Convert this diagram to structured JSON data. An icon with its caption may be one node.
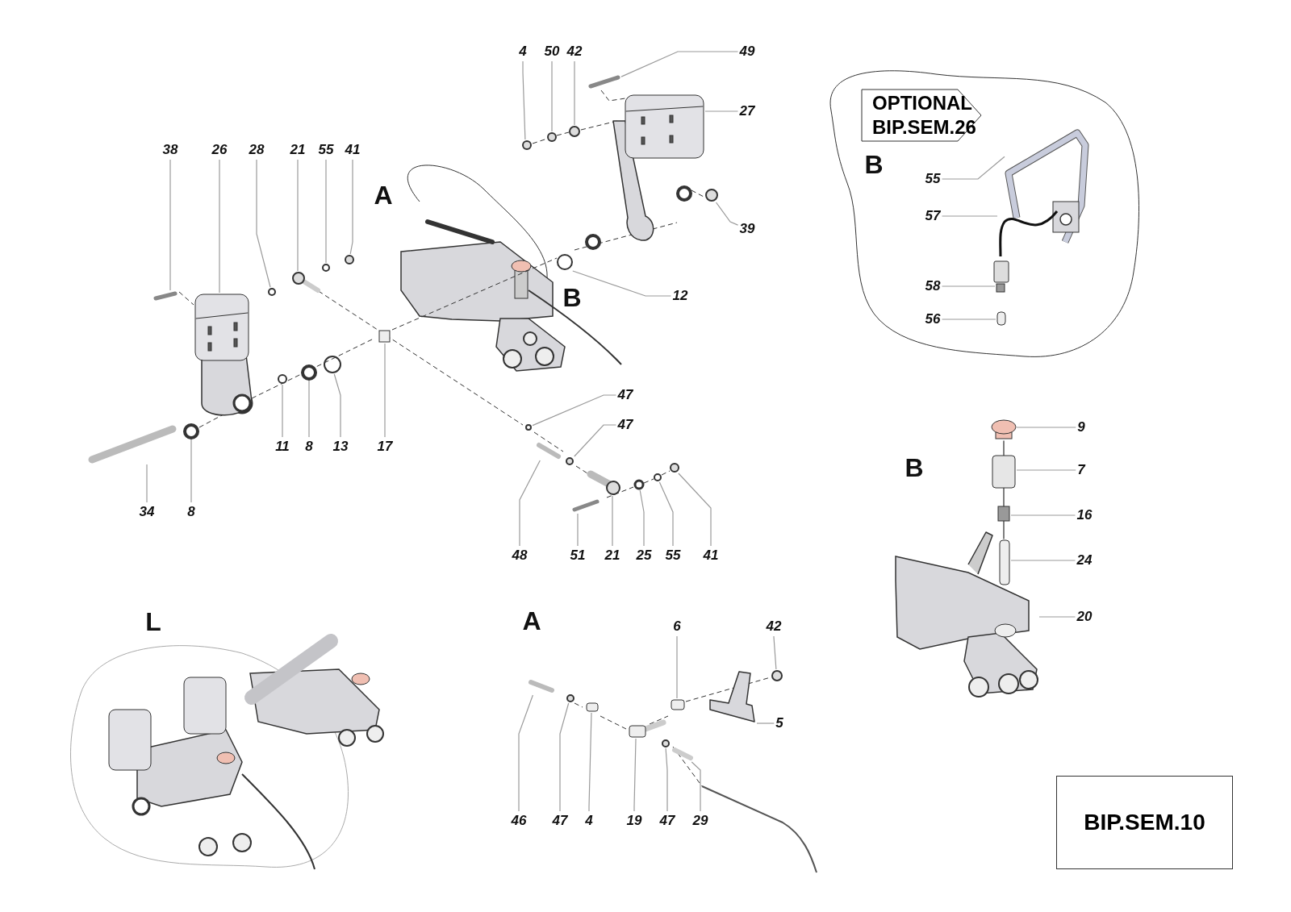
{
  "diagram": {
    "nodes": [
      {
        "text": [
          "B"
        ]
      },
      {
        "text": [
          "OPTIONAL BIP.SEM.26"
        ],
        "in": 0
      },
      {
        "text": [
          "55"
        ],
        "in": 0
      },
      {
        "text": [
          "57"
        ],
        "in": 0
      },
      {
        "text": [
          "58"
        ],
        "in": 0
      },
      {
        "text": [
          "56"
        ],
        "in": 0
      },
      {
        "text": [
          "4"
        ]
      },
      {
        "text": [
          "50"
        ]
      },
      {
        "text": [
          "42"
        ]
      },
      {
        "text": [
          "49"
        ]
      },
      {
        "text": [
          "27"
        ]
      },
      {
        "text": [
          "38"
        ]
      },
      {
        "text": [
          "26"
        ]
      },
      {
        "text": [
          "28"
        ]
      },
      {
        "text": [
          "21"
        ]
      },
      {
        "text": [
          "55"
        ]
      },
      {
        "text": [
          "41"
        ]
      },
      {
        "text": [
          "39"
        ]
      },
      {
        "text": [
          "12"
        ]
      },
      {
        "text": [
          "47"
        ]
      },
      {
        "text": [
          "47"
        ]
      },
      {
        "text": [
          "11"
        ]
      },
      {
        "text": [
          "8"
        ]
      },
      {
        "text": [
          "13"
        ]
      },
      {
        "text": [
          "17"
        ]
      },
      {
        "text": [
          "9"
        ]
      },
      {
        "text": [
          "7"
        ]
      },
      {
        "text": [
          "34"
        ]
      },
      {
        "text": [
          "8"
        ]
      },
      {
        "text": [
          "16"
        ]
      },
      {
        "text": [
          "48"
        ]
      },
      {
        "text": [
          "51"
        ]
      },
      {
        "text": [
          "21"
        ]
      },
      {
        "text": [
          "25"
        ]
      },
      {
        "text": [
          "55"
        ]
      },
      {
        "text": [
          "41"
        ]
      },
      {
        "text": [
          "24"
        ]
      },
      {
        "text": [
          "20"
        ]
      },
      {
        "text": [
          "6"
        ]
      },
      {
        "text": [
          "42"
        ]
      },
      {
        "text": [
          "5"
        ]
      },
      {
        "text": [
          "46"
        ]
      },
      {
        "text": [
          "47"
        ]
      },
      {
        "text": [
          "4"
        ]
      },
      {
        "text": [
          "19"
        ]
      },
      {
        "text": [
          "47"
        ]
      },
      {
        "text": [
          "29"
        ]
      },
      {
        "text": [
          "BIP.SEM.10"
        ]
      },
      {
        "text": [],
        "shape": "picture",
        "in": 0
      },
      {
        "text": [],
        "shape": "picture",
        "in": 0
      },
      {
        "text": [],
        "shape": "box",
        "in": 0
      },
      {
        "text": [],
        "shape": "box",
        "in": 0
      },
      {
        "text": [],
        "shape": "circle"
      },
      {
        "text": [],
        "shape": "circle"
      },
      {
        "text": [],
        "shape": "circle"
      },
      {
        "text": [],
        "shape": "bar"
      },
      {
        "text": [],
        "shape": "picture"
      },
      {
        "text": [],
        "shape": "bar"
      },
      {
        "text": [],
        "shape": "picture"
      },
      {
        "text": [],
        "shape": "circle"
      },
      {
        "text": [],
        "shape": "picture"
      },
      {
        "text": [],
        "shape": "circle"
      },
      {
        "text": [],
        "shape": "circle"
      },
      {
        "text": [],
        "shape": "circle"
      },
      {
        "text": [],
        "shape": "circle"
      },
      {
        "text": [],
        "shape": "circle"
      },
      {
        "text": [],
        "shape": "circle"
      },
      {
        "text": [],
        "shape": "circle"
      },
      {
        "text": [],
        "shape": "circle"
      },
      {
        "text": [],
        "shape": "circle"
      },
      {
        "text": [],
        "shape": "box"
      },
      {
        "text": [],
        "shape": "cylinder"
      },
      {
        "text": [],
        "shape": "box"
      },
      {
        "text": [],
        "shape": "bar"
      },
      {
        "text": [],
        "shape": "circle"
      },
      {
        "text": [],
        "shape": "box"
      },
      {
        "text": [],
        "shape": "bar"
      },
      {
        "text": [],
        "shape": "bar"
      },
      {
        "text": [],
        "shape": "picture"
      },
      {
        "text": [],
        "shape": "circle"
      },
      {
        "text": [],
        "shape": "circle"
      },
      {
        "text": [],
        "shape": "circle"
      },
      {
        "text": [],
        "shape": "box"
      },
      {
        "text": [],
        "shape": "picture"
      },
      {
        "text": [],
        "shape": "box"
      },
      {
        "text": [],
        "shape": "circle"
      },
      {
        "text": [],
        "shape": "picture"
      },
      {
        "text": [],
        "shape": "bar"
      },
      {
        "text": [],
        "shape": "circle"
      },
      {
        "text": [],
        "shape": "box"
      },
      {
        "text": [],
        "shape": "picture"
      },
      {
        "text": [],
        "shape": "circle"
      },
      {
        "text": [],
        "shape": "bar"
      }
    ],
    "edges": [
      {
        "from": 2,
        "to": 48,
        "arrow": "none"
      },
      {
        "from": 3,
        "to": 49,
        "arrow": "none"
      },
      {
        "from": 4,
        "to": 50,
        "arrow": "none"
      },
      {
        "from": 5,
        "to": 51,
        "arrow": "none"
      },
      {
        "from": 6,
        "to": 52,
        "arrow": "none"
      },
      {
        "from": 7,
        "to": 53,
        "arrow": "none"
      },
      {
        "from": 8,
        "to": 54,
        "arrow": "none"
      },
      {
        "from": 9,
        "to": 55,
        "arrow": "none"
      },
      {
        "from": 10,
        "to": 56,
        "arrow": "none"
      },
      {
        "from": 11,
        "to": 57,
        "arrow": "none"
      },
      {
        "from": 12,
        "to": 58,
        "arrow": "none"
      },
      {
        "from": 13,
        "to": 59,
        "arrow": "none"
      },
      {
        "from": 14,
        "to": 60,
        "arrow": "none"
      },
      {
        "from": 15,
        "to": 61,
        "arrow": "none"
      },
      {
        "from": 16,
        "to": 62,
        "arrow": "none"
      },
      {
        "from": 17,
        "to": 63,
        "arrow": "none"
      },
      {
        "from": 18,
        "to": 64,
        "arrow": "none"
      },
      {
        "from": 19,
        "to": 65,
        "arrow": "none"
      },
      {
        "from": 20,
        "to": 66,
        "arrow": "none"
      },
      {
        "from": 21,
        "to": 67,
        "arrow": "none"
      },
      {
        "from": 22,
        "to": 68,
        "arrow": "none"
      },
      {
        "from": 23,
        "to": 69,
        "arrow": "none"
      },
      {
        "from": 24,
        "to": 70,
        "arrow": "none"
      },
      {
        "from": 25,
        "to": 71,
        "arrow": "none"
      },
      {
        "from": 26,
        "to": 72,
        "arrow": "none"
      },
      {
        "from": 27,
        "to": 73,
        "arrow": "none"
      },
      {
        "from": 28,
        "to": 74,
        "arrow": "none"
      },
      {
        "from": 29,
        "to": 75,
        "arrow": "none"
      },
      {
        "from": 30,
        "to": 76,
        "arrow": "none"
      },
      {
        "from": 31,
        "to": 77,
        "arrow": "none"
      },
      {
        "from": 32,
        "to": 78,
        "arrow": "none"
      },
      {
        "from": 33,
        "to": 79,
        "arrow": "none"
      },
      {
        "from": 34,
        "to": 80,
        "arrow": "none"
      },
      {
        "from": 35,
        "to": 81,
        "arrow": "none"
      },
      {
        "from": 36,
        "to": 82,
        "arrow": "none"
      },
      {
        "from": 37,
        "to": 83,
        "arrow": "none"
      },
      {
        "from": 38,
        "to": 84,
        "arrow": "none"
      },
      {
        "from": 39,
        "to": 85,
        "arrow": "none"
      },
      {
        "from": 40,
        "to": 86,
        "arrow": "none"
      },
      {
        "from": 41,
        "to": 87,
        "arrow": "none"
      },
      {
        "from": 42,
        "to": 88,
        "arrow": "none"
      },
      {
        "from": 43,
        "to": 89,
        "arrow": "none"
      },
      {
        "from": 44,
        "to": 90,
        "arrow": "none"
      },
      {
        "from": 45,
        "to": 91,
        "arrow": "none"
      },
      {
        "from": 46,
        "to": 92,
        "arrow": "none"
      }
    ],
    "labels": [
      "A",
      "B",
      "B",
      "L",
      "A"
    ]
  }
}
